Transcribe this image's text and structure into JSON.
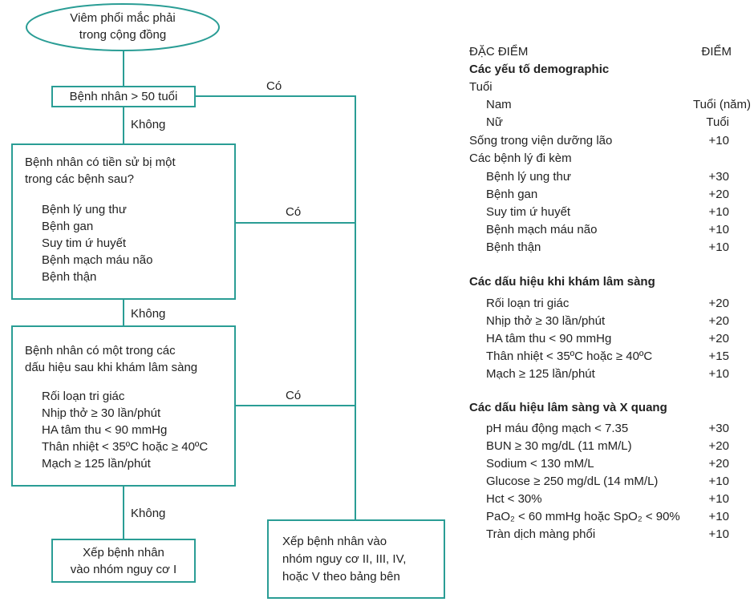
{
  "flowchart": {
    "start": [
      "Viêm phổi mắc phải",
      "trong cộng đồng"
    ],
    "age_question": "Bệnh nhân > 50 tuổi",
    "comorbid_question": [
      "Bệnh nhân có tiền sử bị một",
      "trong các bệnh sau?"
    ],
    "comorbid_items": [
      "Bệnh lý ung thư",
      "Bệnh gan",
      "Suy tim ứ huyết",
      "Bệnh mạch máu não",
      "Bệnh thận"
    ],
    "exam_question": [
      "Bệnh nhân có một trong các",
      "dấu hiệu sau khi khám lâm sàng"
    ],
    "exam_items": [
      "Rối loạn tri giác",
      "Nhịp thở ≥ 30 lần/phút",
      "HA tâm thu < 90 mmHg",
      "Thân nhiệt < 35ºC hoặc ≥ 40ºC",
      "Mạch ≥ 125 lần/phút"
    ],
    "yes": "Có",
    "no": "Không",
    "class1": [
      "Xếp bệnh nhân",
      "vào nhóm nguy cơ I"
    ],
    "class2to5": [
      "Xếp bệnh nhân vào",
      "nhóm nguy cơ II, III, IV,",
      "hoặc V theo bảng bên"
    ]
  },
  "table": {
    "col_feature": "ĐẶC ĐIỂM",
    "col_points": "ĐIỂM",
    "demographic_title": "Các yếu tố demographic",
    "age_label": "Tuổi",
    "male": {
      "label": "Nam",
      "points": "Tuổi (năm)"
    },
    "female": {
      "label": "Nữ",
      "points": "Tuổi"
    },
    "nursing_home": {
      "label": "Sống trong viện dưỡng lão",
      "points": "+10"
    },
    "comorbid_title": "Các bệnh lý đi kèm",
    "comorbid": [
      {
        "label": "Bệnh lý ung thư",
        "points": "+30"
      },
      {
        "label": "Bệnh gan",
        "points": "+20"
      },
      {
        "label": "Suy tim ứ huyết",
        "points": "+10"
      },
      {
        "label": "Bệnh mạch máu não",
        "points": "+10"
      },
      {
        "label": "Bệnh thận",
        "points": "+10"
      }
    ],
    "exam_title": "Các dấu hiệu khi khám lâm sàng",
    "exam": [
      {
        "label": "Rối loạn tri giác",
        "points": "+20"
      },
      {
        "label": "Nhịp thở ≥ 30 lần/phút",
        "points": "+20"
      },
      {
        "label": "HA tâm thu < 90 mmHg",
        "points": "+20"
      },
      {
        "label": "Thân nhiệt < 35ºC hoặc ≥ 40ºC",
        "points": "+15"
      },
      {
        "label": "Mạch ≥ 125 lần/phút",
        "points": "+10"
      }
    ],
    "lab_title": "Các dấu hiệu lâm sàng và X quang",
    "lab": [
      {
        "label": "pH máu động mạch < 7.35",
        "points": "+30"
      },
      {
        "label": "BUN ≥ 30 mg/dL (11 mM/L)",
        "points": "+20"
      },
      {
        "label": "Sodium < 130 mM/L",
        "points": "+20"
      },
      {
        "label": "Glucose ≥ 250 mg/dL (14 mM/L)",
        "points": "+10"
      },
      {
        "label": "Hct < 30%",
        "points": "+10"
      },
      {
        "label": "PaO₂ < 60 mmHg hoặc SpO₂ < 90%",
        "points": "+10"
      },
      {
        "label": "Tràn dịch màng phổi",
        "points": "+10"
      }
    ]
  },
  "colors": {
    "line": "#2a9d95"
  }
}
